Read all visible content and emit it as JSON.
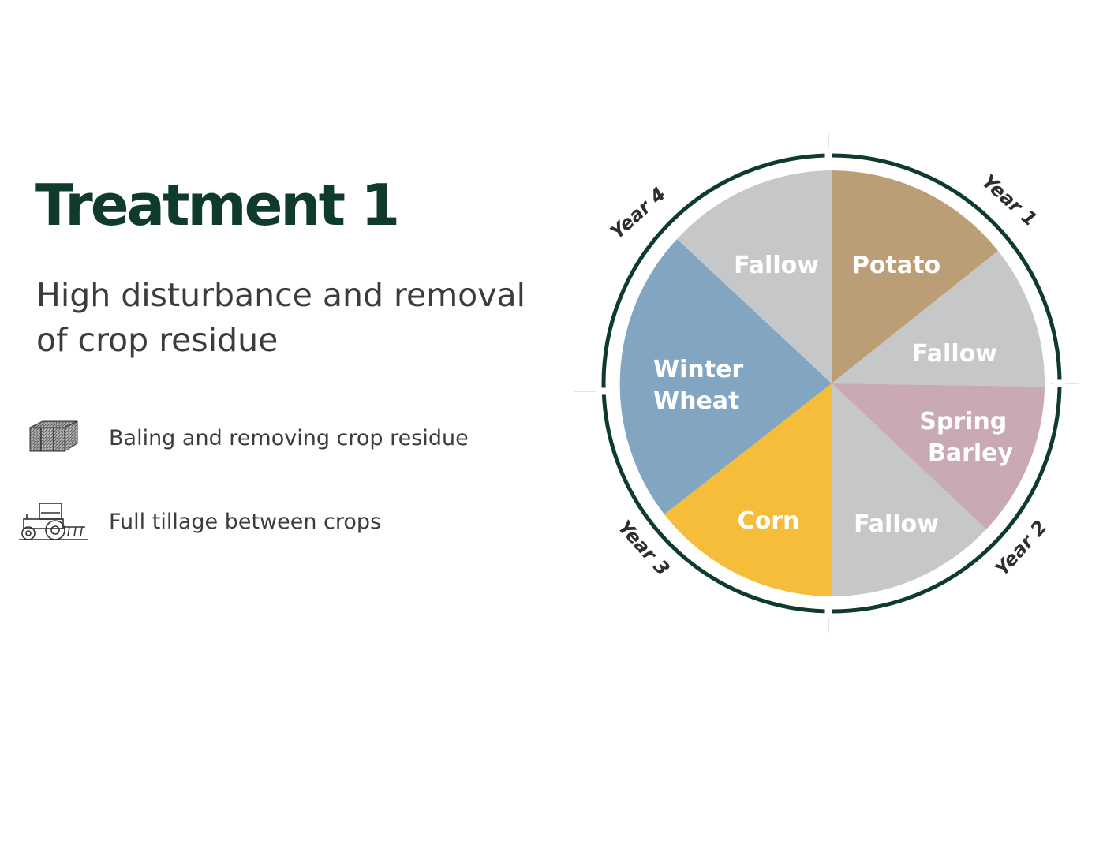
{
  "title": "Treatment 1",
  "subtitle": "High disturbance and removal of crop residue",
  "legend": [
    {
      "icon": "hay-bale-icon",
      "label": "Baling and removing crop residue"
    },
    {
      "icon": "tractor-icon",
      "label": "Full tillage between crops"
    }
  ],
  "colors": {
    "title": "#0e3b2b",
    "ring": "#0e3b2b",
    "fallow": "#c6c7c8",
    "potato": "#bc9e76",
    "spring_barley": "#c8a9b4",
    "corn": "#f5bd3a",
    "winter_wheat": "#82a5c2"
  },
  "wheel": {
    "slices": [
      {
        "label": "Potato",
        "color": "#bc9e76"
      },
      {
        "label": "Fallow",
        "color": "#c6c7c8"
      },
      {
        "label": "Spring Barley",
        "color": "#c8a9b4"
      },
      {
        "label": "Fallow",
        "color": "#c6c7c8"
      },
      {
        "label": "Corn",
        "color": "#f5bd3a"
      },
      {
        "label": "Winter Wheat",
        "color": "#82a5c2"
      },
      {
        "label": "Fallow",
        "color": "#c6c7c8"
      }
    ],
    "years": [
      "Year 1",
      "Year 2",
      "Year 3",
      "Year 4"
    ]
  }
}
